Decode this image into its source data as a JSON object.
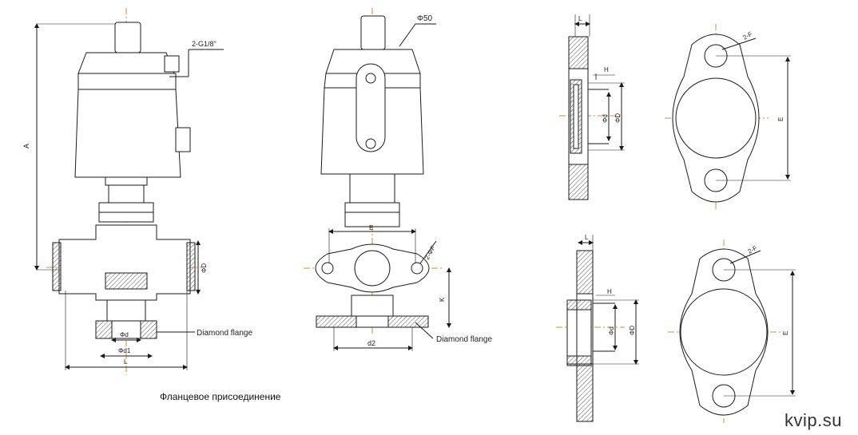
{
  "caption": "Фланцевое присоединение",
  "brand": "kvip.su",
  "colors": {
    "line": "#1a1a1a",
    "center": "#e08a1e",
    "hatch": "#555555",
    "fill": "#d9d9d9"
  },
  "labels": {
    "port": "2-G1/8\"",
    "phi50": "Φ50",
    "a": "A",
    "phiD": "ΦD",
    "phid": "Φd",
    "phid1": "Φd1",
    "l": "L",
    "diamond_flange_1": "Diamond flange",
    "diamond_flange_2": "Diamond flange",
    "e_top": "E",
    "two_f_front": "2-ΦF",
    "k": "K",
    "d2": "d2",
    "fl1_l": "L",
    "fl1_h": "H",
    "fl1_phid": "Φd",
    "fl1_phiD": "ΦD",
    "fl1_two_f": "2-F",
    "fl1_e": "E",
    "fl2_l": "L",
    "fl2_h": "H",
    "fl2_phid": "Φd",
    "fl2_phiD": "ΦD",
    "fl2_two_f": "2-F",
    "fl2_e": "E"
  }
}
